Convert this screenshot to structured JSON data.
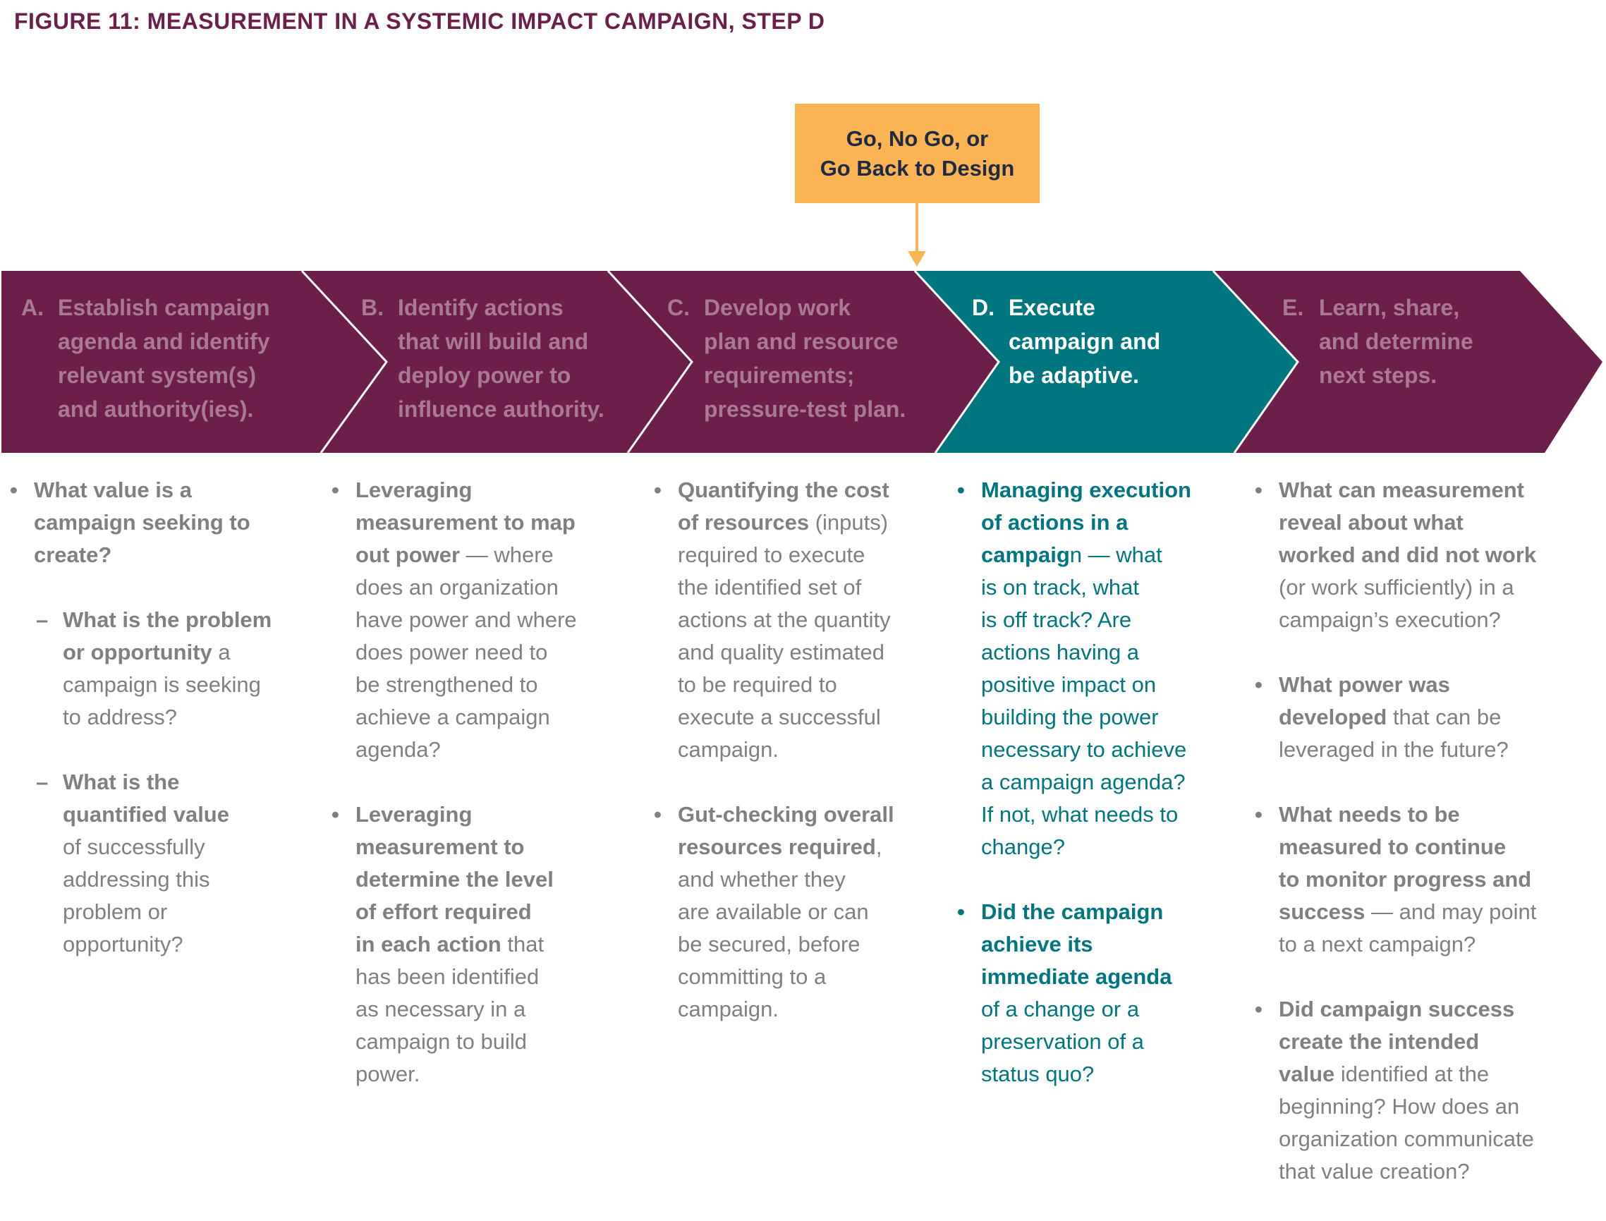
{
  "title": "FIGURE 11: MEASUREMENT IN A SYSTEMIC IMPACT CAMPAIGN, STEP D",
  "colors": {
    "title": "#6b1f4a",
    "step_inactive": "#6b1f4a",
    "step_active": "#007680",
    "decision_box": "#fbb454",
    "body_text": "#808080",
    "active_text": "#007680"
  },
  "decision": {
    "line1": "Go, No Go, or",
    "line2": "Go Back to Design",
    "points_to_step": "D"
  },
  "steps": [
    {
      "letter": "A.",
      "label": "Establish campaign\nagenda and identify\nrelevant system(s)\nand authority(ies).",
      "active": false
    },
    {
      "letter": "B.",
      "label": "Identify actions\nthat will build and\ndeploy power to\ninfluence authority.",
      "active": false
    },
    {
      "letter": "C.",
      "label": "Develop work\nplan and resource\nrequirements;\npressure-test plan.",
      "active": false
    },
    {
      "letter": "D.",
      "label": "Execute\ncampaign and\nbe adaptive.",
      "active": true
    },
    {
      "letter": "E.",
      "label": "Learn, share,\nand determine\nnext steps.",
      "active": false
    }
  ],
  "columns": [
    {
      "step": "A",
      "items": [
        {
          "type": "bullet",
          "marker": "•",
          "lines": [
            [
              {
                "b": "What value is a"
              }
            ],
            [
              {
                "b": "campaign seeking to"
              }
            ],
            [
              {
                "b": "create?"
              }
            ]
          ]
        },
        {
          "type": "sub",
          "marker": "–",
          "lines": [
            [
              {
                "b": "What is the problem"
              }
            ],
            [
              {
                "b": "or opportunity"
              },
              {
                "t": " a"
              }
            ],
            [
              {
                "t": "campaign is seeking"
              }
            ],
            [
              {
                "t": "to address?"
              }
            ]
          ]
        },
        {
          "type": "sub",
          "marker": "–",
          "lines": [
            [
              {
                "b": "What is the"
              }
            ],
            [
              {
                "b": "quantified value"
              }
            ],
            [
              {
                "t": "of successfully"
              }
            ],
            [
              {
                "t": "addressing this"
              }
            ],
            [
              {
                "t": "problem or"
              }
            ],
            [
              {
                "t": "opportunity?"
              }
            ]
          ]
        }
      ]
    },
    {
      "step": "B",
      "items": [
        {
          "type": "bullet",
          "marker": "•",
          "lines": [
            [
              {
                "b": "Leveraging"
              }
            ],
            [
              {
                "b": "measurement to map"
              }
            ],
            [
              {
                "b": "out power"
              },
              {
                "t": " — where"
              }
            ],
            [
              {
                "t": "does an organization"
              }
            ],
            [
              {
                "t": "have power and where"
              }
            ],
            [
              {
                "t": "does power need to"
              }
            ],
            [
              {
                "t": "be strengthened to"
              }
            ],
            [
              {
                "t": "achieve a campaign"
              }
            ],
            [
              {
                "t": "agenda?"
              }
            ]
          ]
        },
        {
          "type": "bullet",
          "marker": "•",
          "lines": [
            [
              {
                "b": "Leveraging"
              }
            ],
            [
              {
                "b": "measurement to"
              }
            ],
            [
              {
                "b": "determine the level"
              }
            ],
            [
              {
                "b": "of effort required"
              }
            ],
            [
              {
                "b": "in each action"
              },
              {
                "t": " that"
              }
            ],
            [
              {
                "t": "has been identified"
              }
            ],
            [
              {
                "t": "as necessary in a"
              }
            ],
            [
              {
                "t": "campaign to build"
              }
            ],
            [
              {
                "t": "power."
              }
            ]
          ]
        }
      ]
    },
    {
      "step": "C",
      "items": [
        {
          "type": "bullet",
          "marker": "•",
          "lines": [
            [
              {
                "b": "Quantifying the cost"
              }
            ],
            [
              {
                "b": "of resources"
              },
              {
                "t": " (inputs)"
              }
            ],
            [
              {
                "t": "required to execute"
              }
            ],
            [
              {
                "t": "the identified set of"
              }
            ],
            [
              {
                "t": "actions at the quantity"
              }
            ],
            [
              {
                "t": "and quality estimated"
              }
            ],
            [
              {
                "t": "to be required to"
              }
            ],
            [
              {
                "t": "execute a successful"
              }
            ],
            [
              {
                "t": "campaign."
              }
            ]
          ]
        },
        {
          "type": "bullet",
          "marker": "•",
          "lines": [
            [
              {
                "b": "Gut-checking overall"
              }
            ],
            [
              {
                "b": "resources required"
              },
              {
                "t": ","
              }
            ],
            [
              {
                "t": "and whether they"
              }
            ],
            [
              {
                "t": "are available or can"
              }
            ],
            [
              {
                "t": "be secured, before"
              }
            ],
            [
              {
                "t": "committing to a"
              }
            ],
            [
              {
                "t": "campaign."
              }
            ]
          ]
        }
      ]
    },
    {
      "step": "D",
      "items": [
        {
          "type": "bullet",
          "marker": "•",
          "lines": [
            [
              {
                "b": "Managing execution"
              }
            ],
            [
              {
                "b": "of actions in a"
              }
            ],
            [
              {
                "b": "campaig"
              },
              {
                "t": "n — what"
              }
            ],
            [
              {
                "t": "is on track, what"
              }
            ],
            [
              {
                "t": "is off track? Are"
              }
            ],
            [
              {
                "t": "actions having a"
              }
            ],
            [
              {
                "t": "positive impact on"
              }
            ],
            [
              {
                "t": "building the power"
              }
            ],
            [
              {
                "t": "necessary to achieve"
              }
            ],
            [
              {
                "t": "a campaign agenda?"
              }
            ],
            [
              {
                "t": "If not, what needs to"
              }
            ],
            [
              {
                "t": "change?"
              }
            ]
          ]
        },
        {
          "type": "bullet",
          "marker": "•",
          "lines": [
            [
              {
                "b": "Did the campaign"
              }
            ],
            [
              {
                "b": "achieve its"
              }
            ],
            [
              {
                "b": "immediate agenda"
              }
            ],
            [
              {
                "t": "of a change or a"
              }
            ],
            [
              {
                "t": "preservation of a"
              }
            ],
            [
              {
                "t": "status quo?"
              }
            ]
          ]
        }
      ]
    },
    {
      "step": "E",
      "items": [
        {
          "type": "bullet",
          "marker": "•",
          "lines": [
            [
              {
                "b": "What can measurement"
              }
            ],
            [
              {
                "b": "reveal about what"
              }
            ],
            [
              {
                "b": "worked and did not work"
              }
            ],
            [
              {
                "t": "(or work sufficiently) in a"
              }
            ],
            [
              {
                "t": "campaign’s execution?"
              }
            ]
          ]
        },
        {
          "type": "bullet",
          "marker": "•",
          "lines": [
            [
              {
                "b": "What power was"
              }
            ],
            [
              {
                "b": "developed"
              },
              {
                "t": " that can be"
              }
            ],
            [
              {
                "t": "leveraged in the future?"
              }
            ]
          ]
        },
        {
          "type": "bullet",
          "marker": "•",
          "lines": [
            [
              {
                "b": "What needs to be"
              }
            ],
            [
              {
                "b": "measured to continue"
              }
            ],
            [
              {
                "b": "to monitor progress and"
              }
            ],
            [
              {
                "b": "success"
              },
              {
                "t": " — and may point"
              }
            ],
            [
              {
                "t": "to a next campaign?"
              }
            ]
          ]
        },
        {
          "type": "bullet",
          "marker": "•",
          "lines": [
            [
              {
                "b": "Did campaign success"
              }
            ],
            [
              {
                "b": "create the intended"
              }
            ],
            [
              {
                "b": "value"
              },
              {
                "t": " identified at the"
              }
            ],
            [
              {
                "t": "beginning? How does an"
              }
            ],
            [
              {
                "t": "organization communicate"
              }
            ],
            [
              {
                "t": "that value creation?"
              }
            ]
          ]
        }
      ]
    }
  ]
}
